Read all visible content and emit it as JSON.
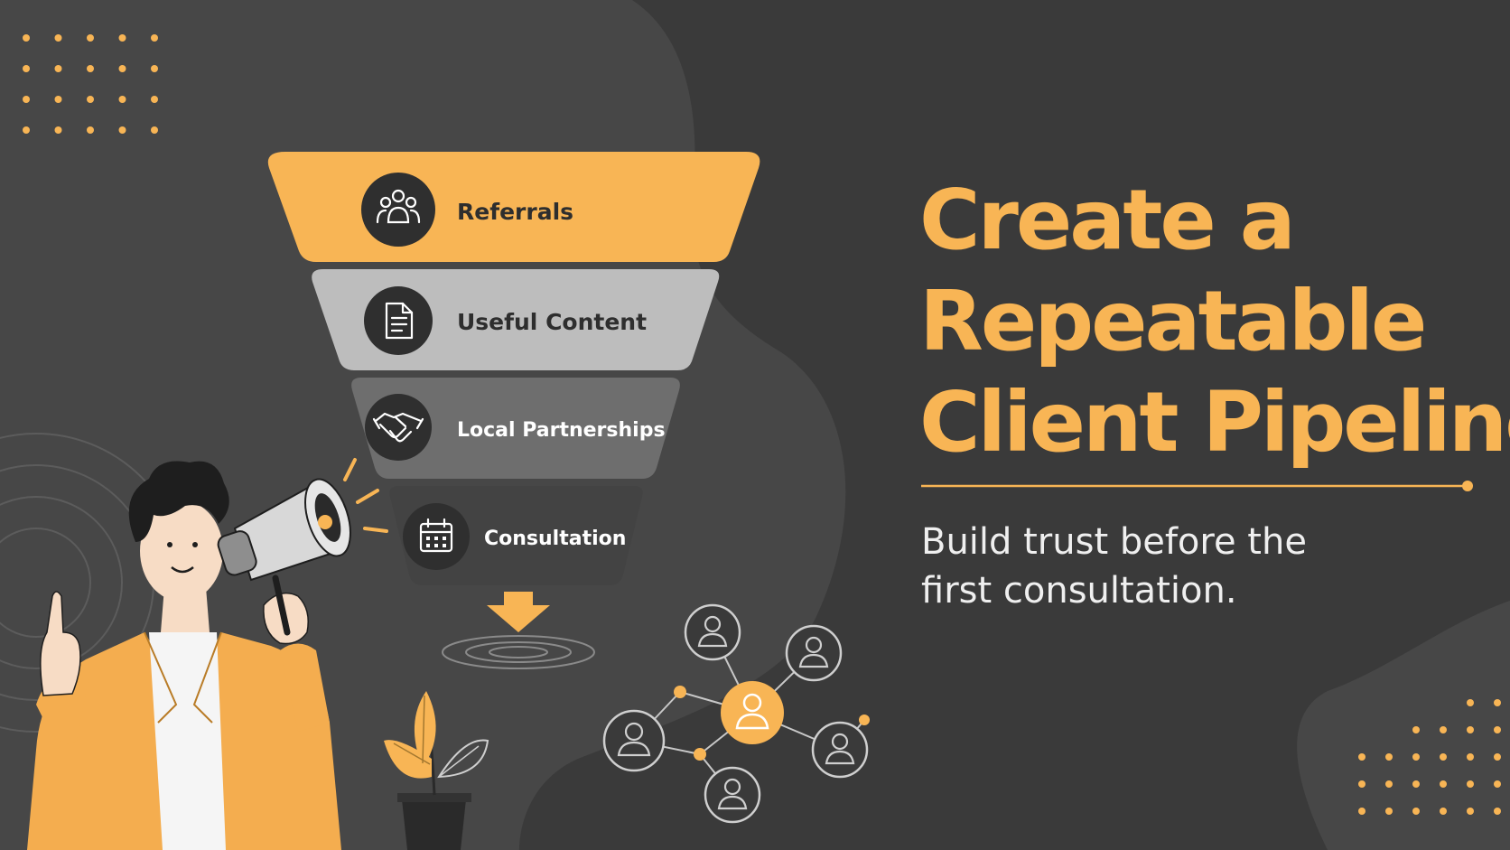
{
  "colors": {
    "background": "#3a3a3a",
    "blob": "#4a4a4a",
    "accent": "#f8b555",
    "tier_light": "#bdbdbd",
    "tier_mid": "#6e6e6e",
    "tier_dark": "#434343",
    "icon_circle": "#2f2f2f",
    "text_light": "#efefef"
  },
  "funnel": {
    "tiers": [
      {
        "label": "Referrals",
        "icon": "group-icon"
      },
      {
        "label": "Useful Content",
        "icon": "document-icon"
      },
      {
        "label": "Local Partnerships",
        "icon": "handshake-icon"
      },
      {
        "label": "Consultation",
        "icon": "calendar-icon"
      }
    ],
    "output_icon": "arrow-down-icon"
  },
  "hero": {
    "title_lines": [
      "Create a",
      "Repeatable",
      "Client Pipeline"
    ],
    "subtitle_lines": [
      "Build trust before the",
      "first consultation."
    ]
  },
  "illustrations": {
    "presenter": "person-with-megaphone",
    "plant": "plant-icon",
    "network": "people-network-icon"
  }
}
